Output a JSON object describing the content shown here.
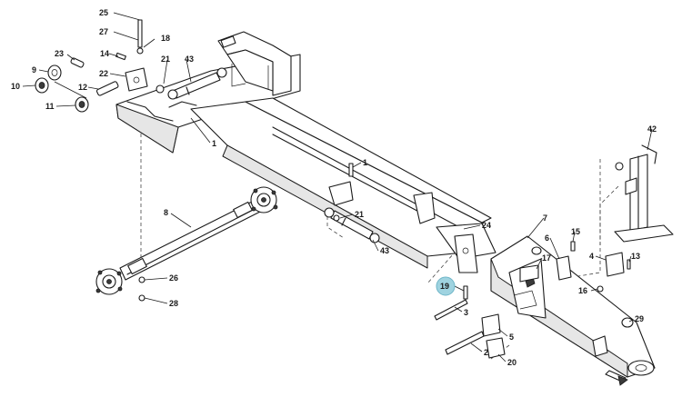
{
  "callouts": [
    {
      "id": "c25",
      "label": "25"
    },
    {
      "id": "c27",
      "label": "27"
    },
    {
      "id": "c18",
      "label": "18"
    },
    {
      "id": "c23",
      "label": "23"
    },
    {
      "id": "c14",
      "label": "14"
    },
    {
      "id": "c21a",
      "label": "21"
    },
    {
      "id": "c43a",
      "label": "43"
    },
    {
      "id": "c9",
      "label": "9"
    },
    {
      "id": "c22",
      "label": "22"
    },
    {
      "id": "c10",
      "label": "10"
    },
    {
      "id": "c12",
      "label": "12"
    },
    {
      "id": "c11",
      "label": "11"
    },
    {
      "id": "c1a",
      "label": "1"
    },
    {
      "id": "c1b",
      "label": "1"
    },
    {
      "id": "c42",
      "label": "42"
    },
    {
      "id": "c8",
      "label": "8"
    },
    {
      "id": "c21b",
      "label": "21"
    },
    {
      "id": "c24",
      "label": "24"
    },
    {
      "id": "c7",
      "label": "7"
    },
    {
      "id": "c43b",
      "label": "43"
    },
    {
      "id": "c15",
      "label": "15"
    },
    {
      "id": "c6",
      "label": "6"
    },
    {
      "id": "c4",
      "label": "4"
    },
    {
      "id": "c13",
      "label": "13"
    },
    {
      "id": "c17",
      "label": "17"
    },
    {
      "id": "c26",
      "label": "26"
    },
    {
      "id": "c16",
      "label": "16"
    },
    {
      "id": "c28",
      "label": "28"
    },
    {
      "id": "c19",
      "label": "19"
    },
    {
      "id": "c3",
      "label": "3"
    },
    {
      "id": "c29",
      "label": "29"
    },
    {
      "id": "c5",
      "label": "5"
    },
    {
      "id": "c2",
      "label": "2"
    },
    {
      "id": "c20",
      "label": "20"
    }
  ],
  "highlight_color": "#9fd3e0"
}
